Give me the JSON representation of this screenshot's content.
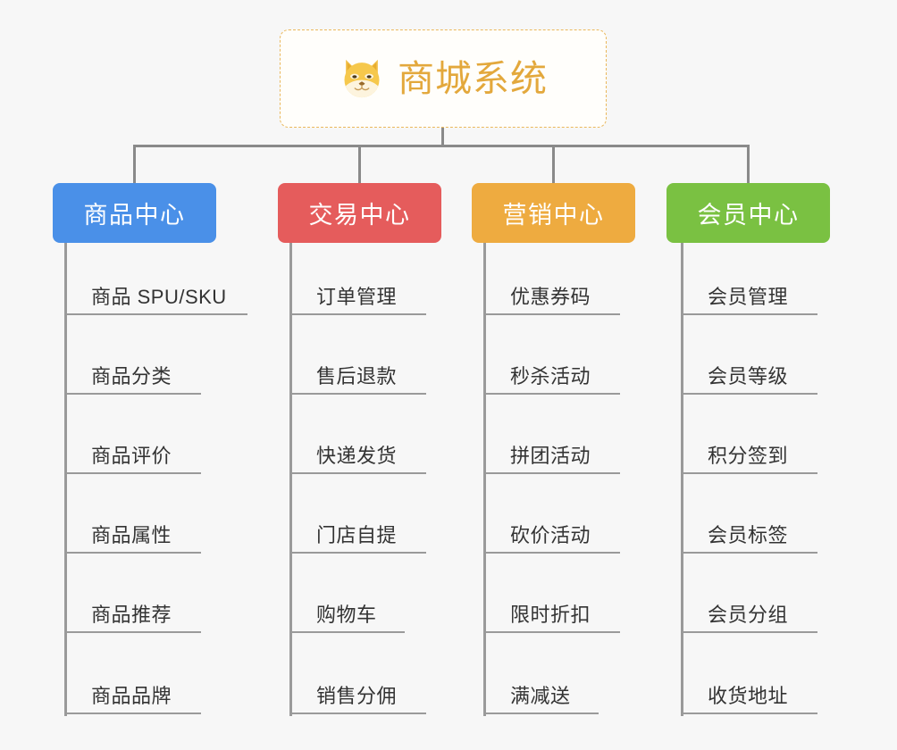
{
  "canvas": {
    "background": "#f7f7f7",
    "line_color": "#8a8a8a"
  },
  "root": {
    "title": "商城系统",
    "icon": "shiba-dog-face-icon",
    "text_color": "#e3a83c",
    "border_color": "#eab85c",
    "background": "#fffefb"
  },
  "branches": [
    {
      "label": "商品中心",
      "color": "#4a90e8",
      "items": [
        "商品 SPU/SKU",
        "商品分类",
        "商品评价",
        "商品属性",
        "商品推荐",
        "商品品牌"
      ]
    },
    {
      "label": "交易中心",
      "color": "#e55c5c",
      "items": [
        "订单管理",
        "售后退款",
        "快递发货",
        "门店自提",
        "购物车",
        "销售分佣"
      ]
    },
    {
      "label": "营销中心",
      "color": "#eeab40",
      "items": [
        "优惠券码",
        "秒杀活动",
        "拼团活动",
        "砍价活动",
        "限时折扣",
        "满减送"
      ]
    },
    {
      "label": "会员中心",
      "color": "#7ac142",
      "items": [
        "会员管理",
        "会员等级",
        "积分签到",
        "会员标签",
        "会员分组",
        "收货地址"
      ]
    }
  ]
}
